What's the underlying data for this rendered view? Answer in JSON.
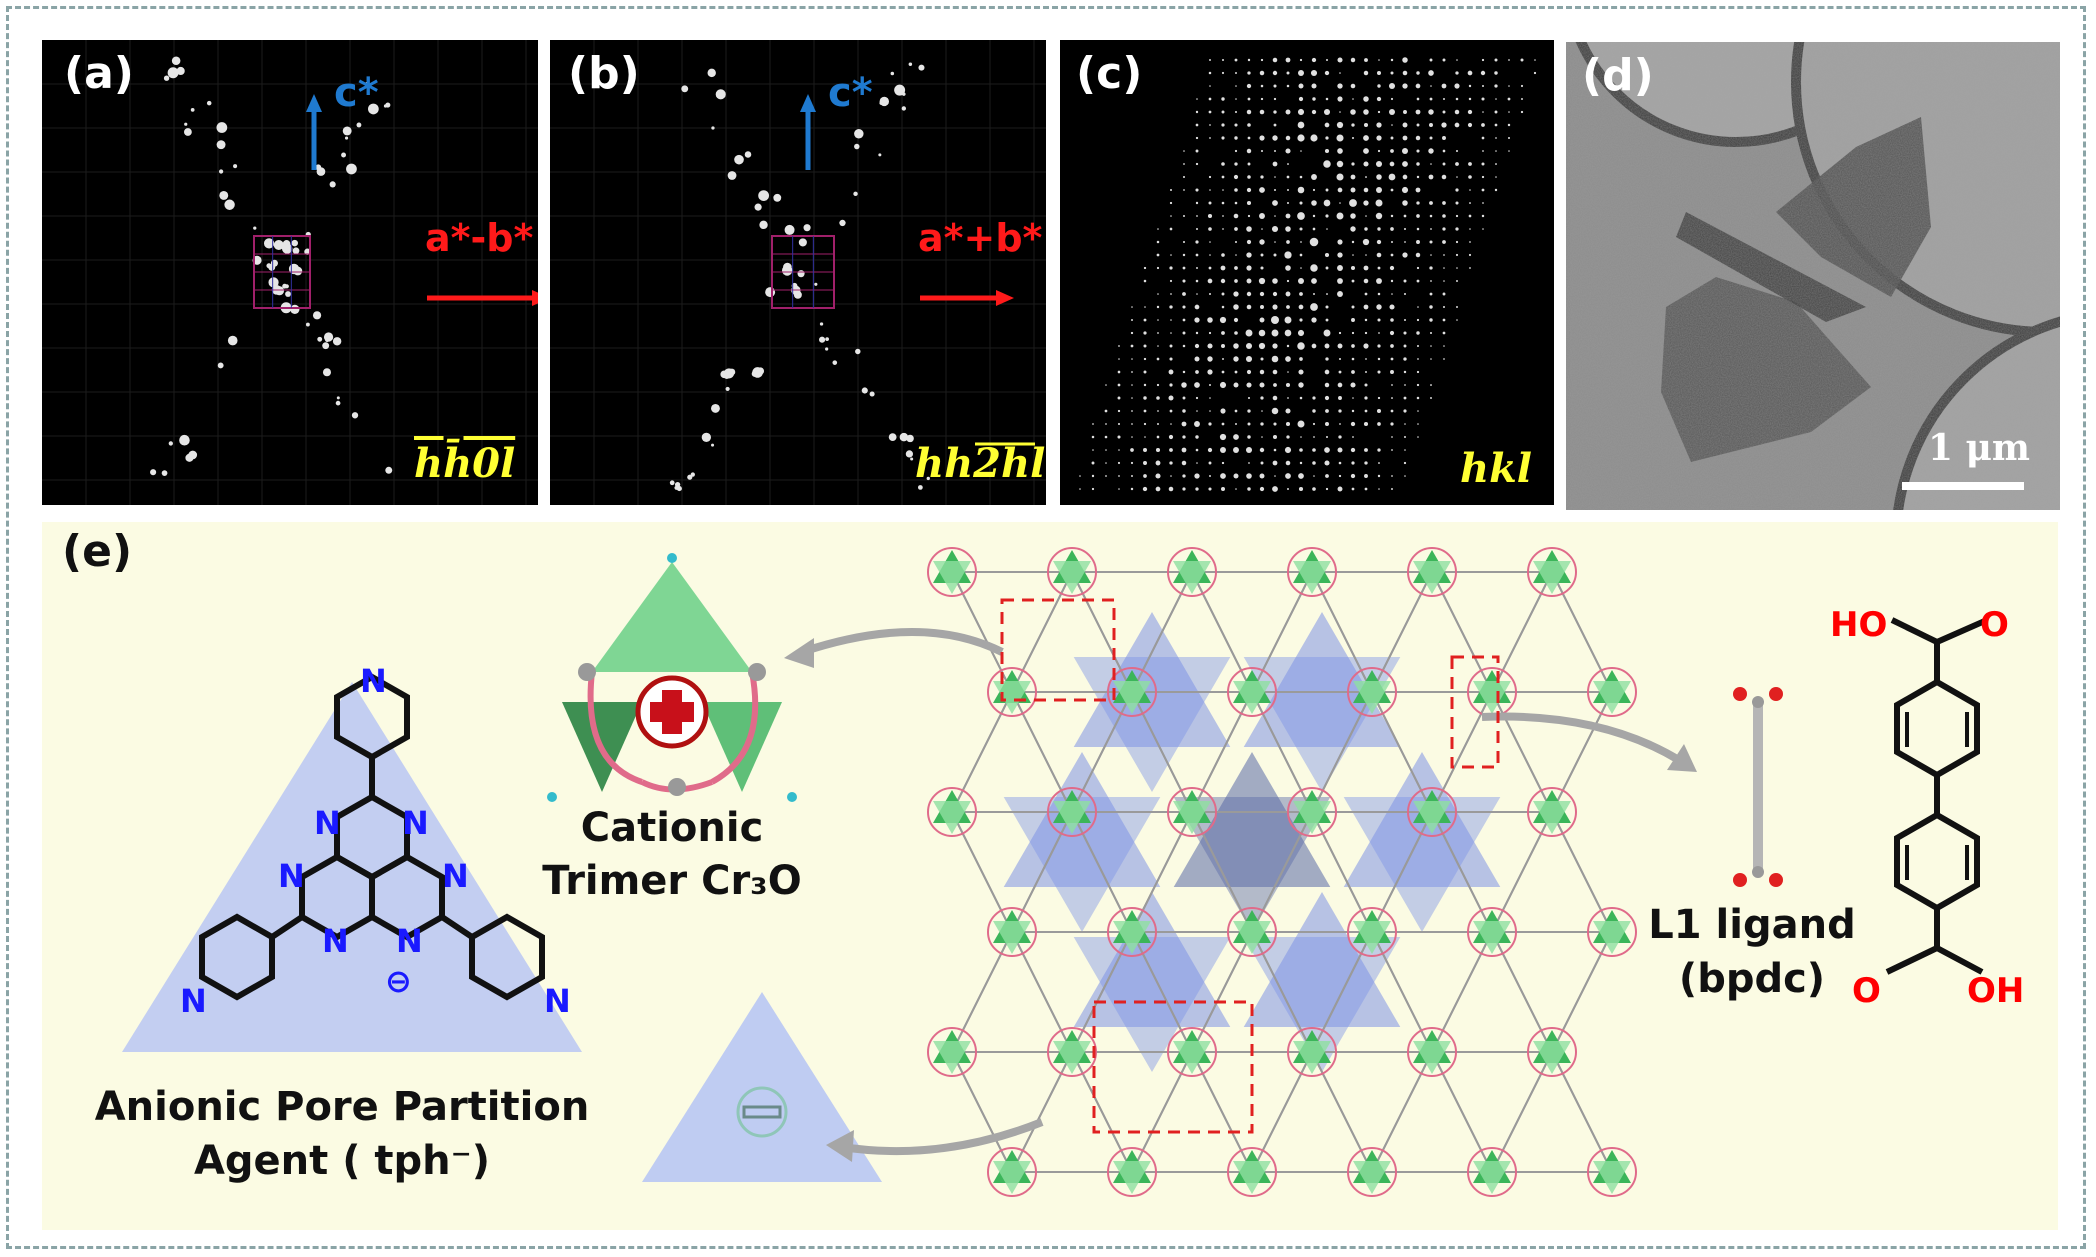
{
  "panels": {
    "a": {
      "label": "(a)",
      "axis_up": "c*",
      "axis_right": "a*-b*",
      "index": "hh̄0l"
    },
    "b": {
      "label": "(b)",
      "axis_up": "c*",
      "axis_right": "a*+b*",
      "index": "hh2hl"
    },
    "c": {
      "label": "(c)",
      "index": "hkl"
    },
    "d": {
      "label": "(d)",
      "scale_bar": "1 μm"
    },
    "e": {
      "label": "(e)",
      "agent_line1": "Anionic Pore Partition",
      "agent_line2": "Agent ( tph⁻)",
      "trimer_line1": "Cationic",
      "trimer_line2": "Trimer Cr₃O",
      "ligand_line1": "L1 ligand",
      "ligand_line2": "(bpdc)",
      "atom_N": "N",
      "charge_minus": "⊖",
      "acid_top": "HO",
      "acid_top_O": "O",
      "acid_bottom_O": "O",
      "acid_bottom": "OH"
    }
  },
  "colors": {
    "frame": "#8aa4a6",
    "axis_blue": "#1f7ad0",
    "axis_red": "#ff1a1a",
    "index_yellow": "#ffff33",
    "panel_e_bg": "#fbfbe3",
    "nitrogen": "#1a1aff",
    "oxygen": "#ff0000",
    "cluster_green": "#3cb55a",
    "pore_blue": "#6f86e8"
  }
}
